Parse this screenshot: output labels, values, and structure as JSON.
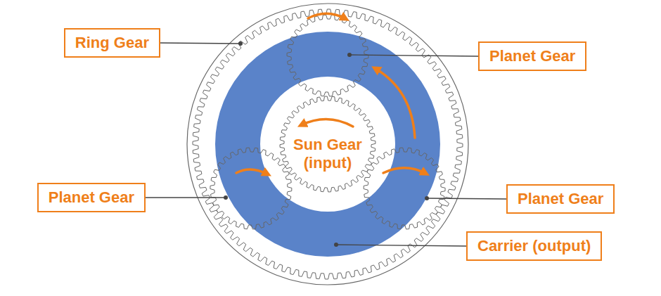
{
  "diagram": {
    "nodes": [
      {
        "text": [
          "Ring Gear"
        ]
      },
      {
        "text": [
          "Planet Gear"
        ]
      },
      {
        "text": [
          "Planet Gear"
        ]
      },
      {
        "text": [
          "Planet Gear"
        ]
      },
      {
        "text": [
          "Carrier (output)"
        ]
      }
    ],
    "labels": [
      "Sun Gear (input)"
    ]
  }
}
